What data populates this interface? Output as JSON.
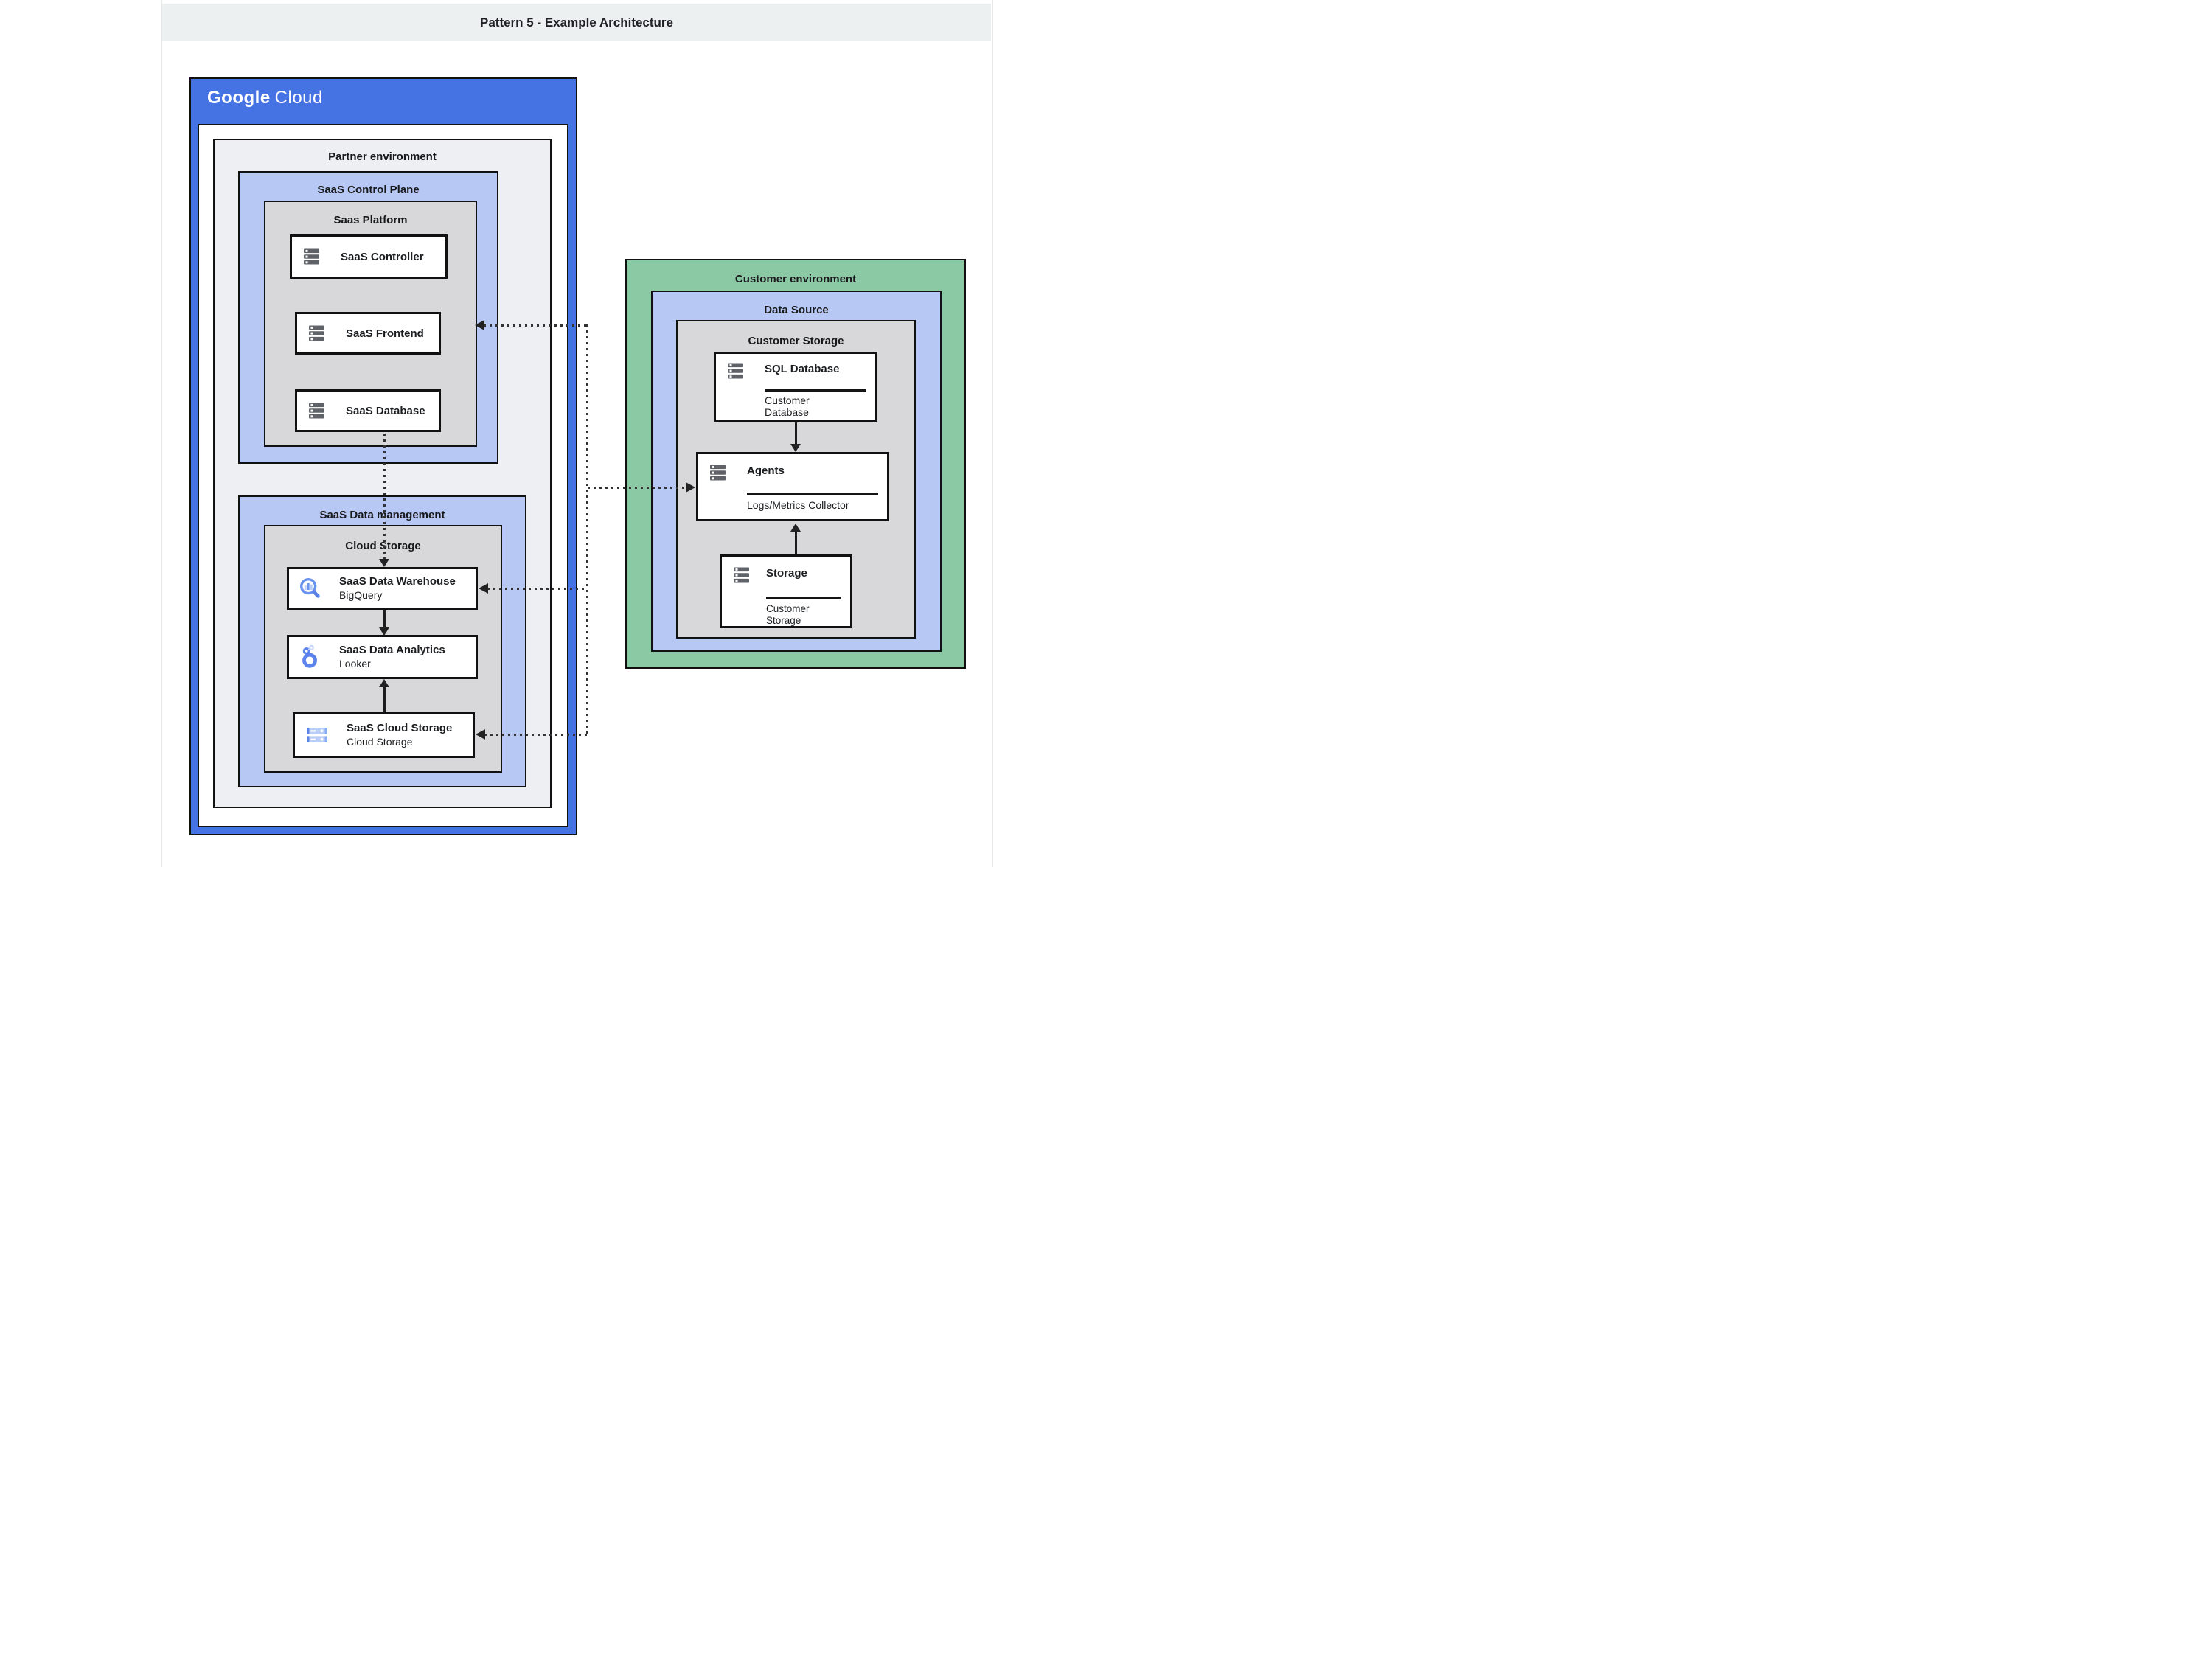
{
  "page": {
    "title_bar": {
      "title": "Pattern 5 - Example Architecture"
    }
  },
  "google_cloud": {
    "logo": {
      "word1": "Google",
      "word2": "Cloud"
    }
  },
  "partner_environment": {
    "label": "Partner environment",
    "saas_control_plane": {
      "label": "SaaS Control Plane",
      "saas_platform": {
        "label": "Saas Platform",
        "cards": {
          "saas_controller": {
            "title": "SaaS Controller",
            "icon": "server-icon"
          },
          "saas_frontend": {
            "title": "SaaS Frontend",
            "icon": "server-icon"
          },
          "saas_database": {
            "title": "SaaS Database",
            "icon": "server-icon"
          }
        }
      }
    },
    "saas_data_management": {
      "label": "SaaS Data management",
      "cloud_storage": {
        "label": "Cloud Storage",
        "cards": {
          "saas_data_warehouse": {
            "title": "SaaS Data Warehouse",
            "subtitle": "BigQuery",
            "icon": "bigquery-icon"
          },
          "saas_data_analytics": {
            "title": "SaaS Data Analytics",
            "subtitle": "Looker",
            "icon": "looker-icon"
          },
          "saas_cloud_storage": {
            "title": "SaaS Cloud Storage",
            "subtitle": "Cloud Storage",
            "icon": "cloud-storage-icon"
          }
        }
      }
    }
  },
  "customer_environment": {
    "label": "Customer environment",
    "data_source": {
      "label": "Data Source",
      "customer_storage": {
        "label": "Customer Storage",
        "cards": {
          "sql_database": {
            "title": "SQL Database",
            "subtitle": "Customer Database",
            "icon": "server-icon"
          },
          "agents": {
            "title": "Agents",
            "subtitle": "Logs/Metrics Collector",
            "icon": "server-icon"
          },
          "storage": {
            "title": "Storage",
            "subtitle": "Customer Storage",
            "icon": "server-icon"
          }
        }
      }
    }
  },
  "connections": [
    {
      "from": "customer-network",
      "to": "saas-frontend",
      "style": "dotted",
      "direction": "into-saas-frontend"
    },
    {
      "from": "saas-network",
      "to": "agents",
      "style": "dotted",
      "direction": "into-agents"
    },
    {
      "from": "customer-network",
      "to": "saas-data-warehouse",
      "style": "dotted",
      "direction": "into-saas-data-warehouse"
    },
    {
      "from": "customer-network",
      "to": "saas-cloud-storage",
      "style": "dotted",
      "direction": "into-saas-cloud-storage"
    },
    {
      "from": "saas-database",
      "to": "saas-data-warehouse",
      "style": "dotted",
      "direction": "down"
    },
    {
      "from": "saas-data-warehouse",
      "to": "saas-data-analytics",
      "style": "solid",
      "direction": "down"
    },
    {
      "from": "saas-cloud-storage",
      "to": "saas-data-analytics",
      "style": "solid",
      "direction": "up"
    },
    {
      "from": "sql-database",
      "to": "agents",
      "style": "solid",
      "direction": "down"
    },
    {
      "from": "storage",
      "to": "agents",
      "style": "solid",
      "direction": "up"
    }
  ],
  "colors": {
    "google_cloud_blue": "#4673e4",
    "periwinkle": "#b7c8f5",
    "container_gray": "#d8d8da",
    "partner_light": "#edeff3",
    "customer_green": "#8bc8a4",
    "title_bar_gray": "#edf0f1",
    "border_black": "#111111",
    "icon_gray": "#5f6368",
    "icon_blue": "#5c82ee",
    "icon_light_blue": "#b9cdf8"
  }
}
